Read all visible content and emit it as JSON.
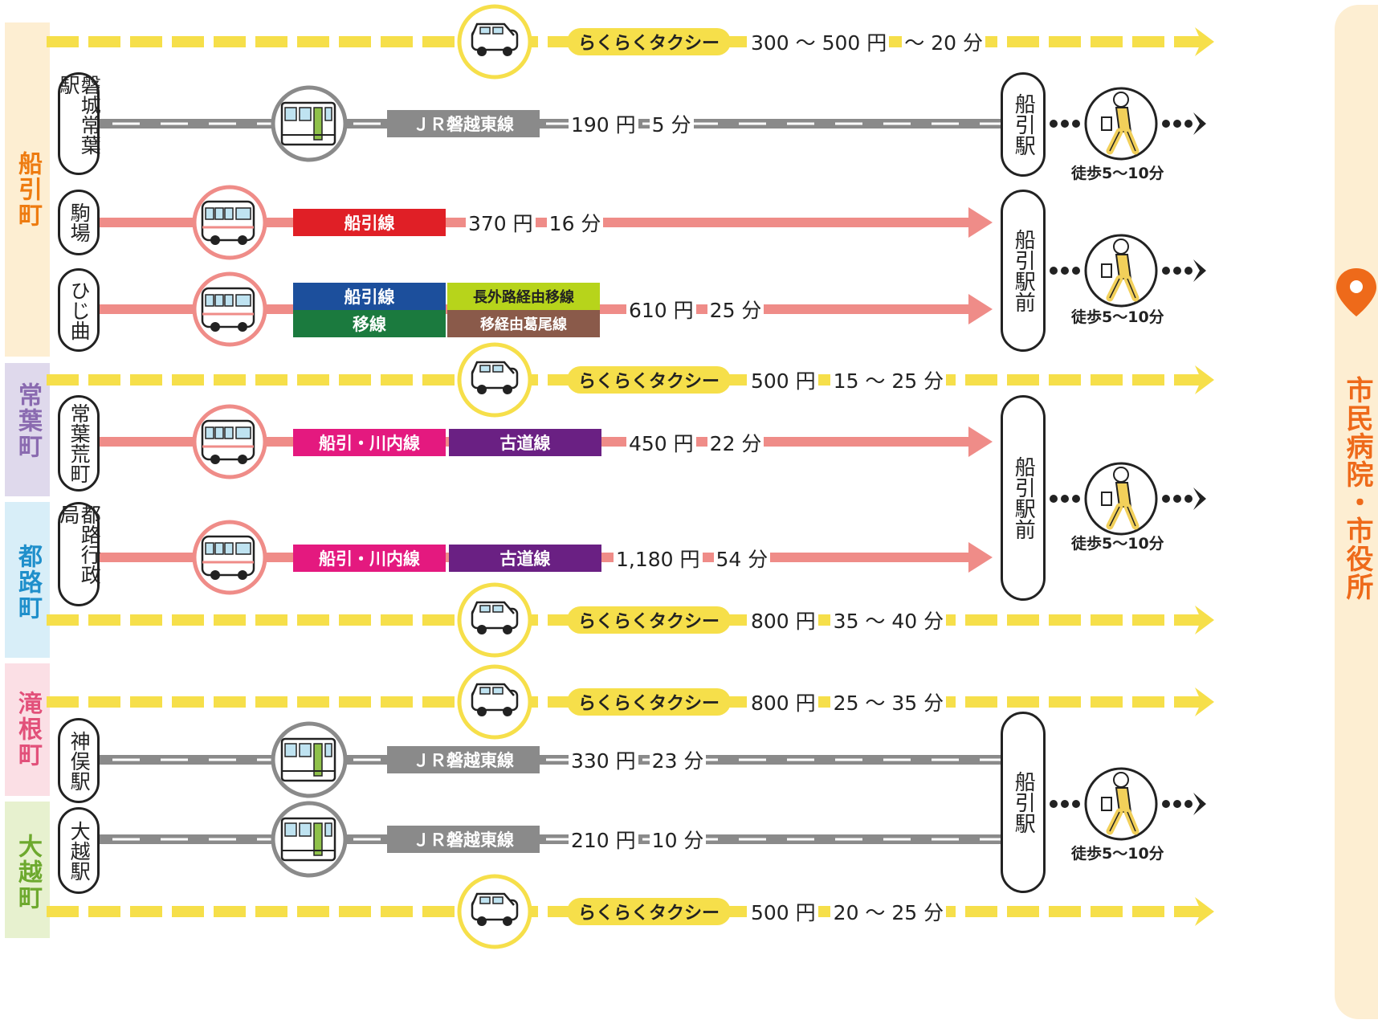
{
  "colors": {
    "taxi": "#f6df4a",
    "rail": "#8a8a8a",
    "bus": "#ef8c88",
    "walk": "#222222",
    "destination": "#ee6a1a"
  },
  "towns": [
    {
      "name": "船引町",
      "color": "#ee7b10",
      "bg": "#fdeed2"
    },
    {
      "name": "常葉町",
      "color": "#8a6ab0",
      "bg": "#dfd9ec"
    },
    {
      "name": "都路町",
      "color": "#1f8fcb",
      "bg": "#d8eef8"
    },
    {
      "name": "滝根町",
      "color": "#e2507a",
      "bg": "#fbdfe5"
    },
    {
      "name": "大越町",
      "color": "#6da92e",
      "bg": "#e7f1cf"
    }
  ],
  "destination": {
    "label": "市民病院・市役所",
    "icon": "map-pin-icon"
  },
  "routes": [
    {
      "kind": "taxi",
      "label": "らくらくタクシー",
      "fare": "300 ～ 500 円",
      "time": "～ 20 分"
    },
    {
      "kind": "rail",
      "origin": "磐城常葉駅",
      "line": "ＪＲ磐越東線",
      "fare": "190 円",
      "time": "5 分"
    },
    {
      "kind": "bus",
      "origin": "駒場",
      "lines": [
        "船引線"
      ],
      "fare": "370 円",
      "time": "16 分"
    },
    {
      "kind": "bus",
      "origin": "ひじ曲",
      "lines": [
        "船引線",
        "長外路経由移線",
        "移線",
        "移経由葛尾線"
      ],
      "fare": "610 円",
      "time": "25 分"
    },
    {
      "kind": "taxi",
      "label": "らくらくタクシー",
      "fare": "500 円",
      "time": "15 ～ 25 分"
    },
    {
      "kind": "bus",
      "origin": "常葉荒町",
      "lines": [
        "船引・川内線",
        "古道線"
      ],
      "fare": "450 円",
      "time": "22 分"
    },
    {
      "kind": "bus",
      "origin": "都路行政局",
      "lines": [
        "船引・川内線",
        "古道線"
      ],
      "fare": "1,180 円",
      "time": "54 分"
    },
    {
      "kind": "taxi",
      "label": "らくらくタクシー",
      "fare": "800 円",
      "time": "35 ～ 40 分"
    },
    {
      "kind": "taxi",
      "label": "らくらくタクシー",
      "fare": "800 円",
      "time": "25 ～ 35 分"
    },
    {
      "kind": "rail",
      "origin": "神俣駅",
      "line": "ＪＲ磐越東線",
      "fare": "330 円",
      "time": "23 分"
    },
    {
      "kind": "rail",
      "origin": "大越駅",
      "line": "ＪＲ磐越東線",
      "fare": "210 円",
      "time": "10 分"
    },
    {
      "kind": "taxi",
      "label": "らくらくタクシー",
      "fare": "500 円",
      "time": "20 ～ 25 分"
    }
  ],
  "transfers": [
    {
      "station": "船引駅",
      "walk": "徒歩5～10分"
    },
    {
      "station": "船引駅前",
      "walk": "徒歩5～10分"
    },
    {
      "station": "船引駅前",
      "walk": "徒歩5～10分"
    },
    {
      "station": "船引駅",
      "walk": "徒歩5～10分"
    }
  ]
}
